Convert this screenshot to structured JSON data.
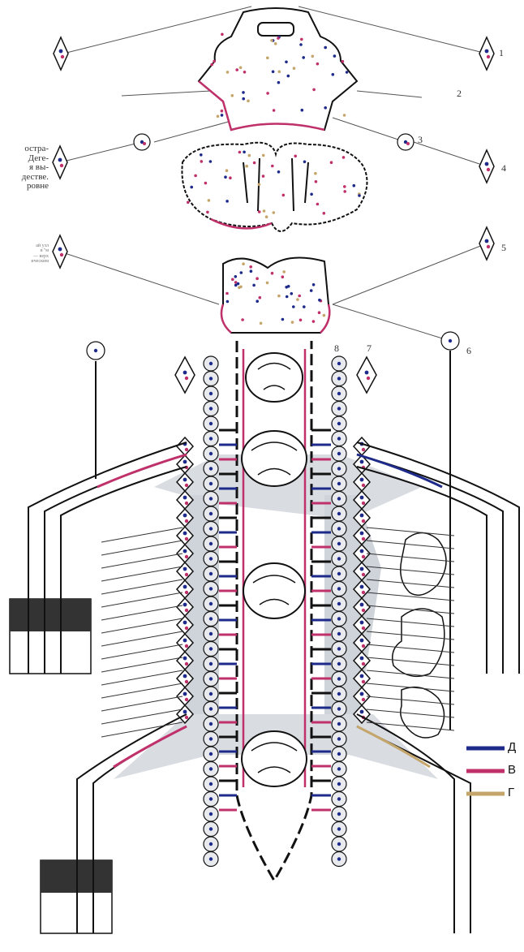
{
  "side_text": {
    "main": "остра-\nДеге-\nя вы-\nдестве.\nровне",
    "small": "ай узл\nв ''м\n— верх\nическим"
  },
  "labels": [
    "1",
    "2",
    "3",
    "4",
    "5",
    "6",
    "7",
    "8"
  ],
  "legend": [
    {
      "label": "Д",
      "color": "#1d2a8a"
    },
    {
      "label": "В",
      "color": "#c0306a"
    },
    {
      "label": "Г",
      "color": "#c4a56a"
    }
  ],
  "colors": {
    "blue": "#1d2a8a",
    "pink": "#c0306a",
    "tan": "#c4a56a",
    "shade": "#c9cfd6",
    "ink": "#111111"
  }
}
